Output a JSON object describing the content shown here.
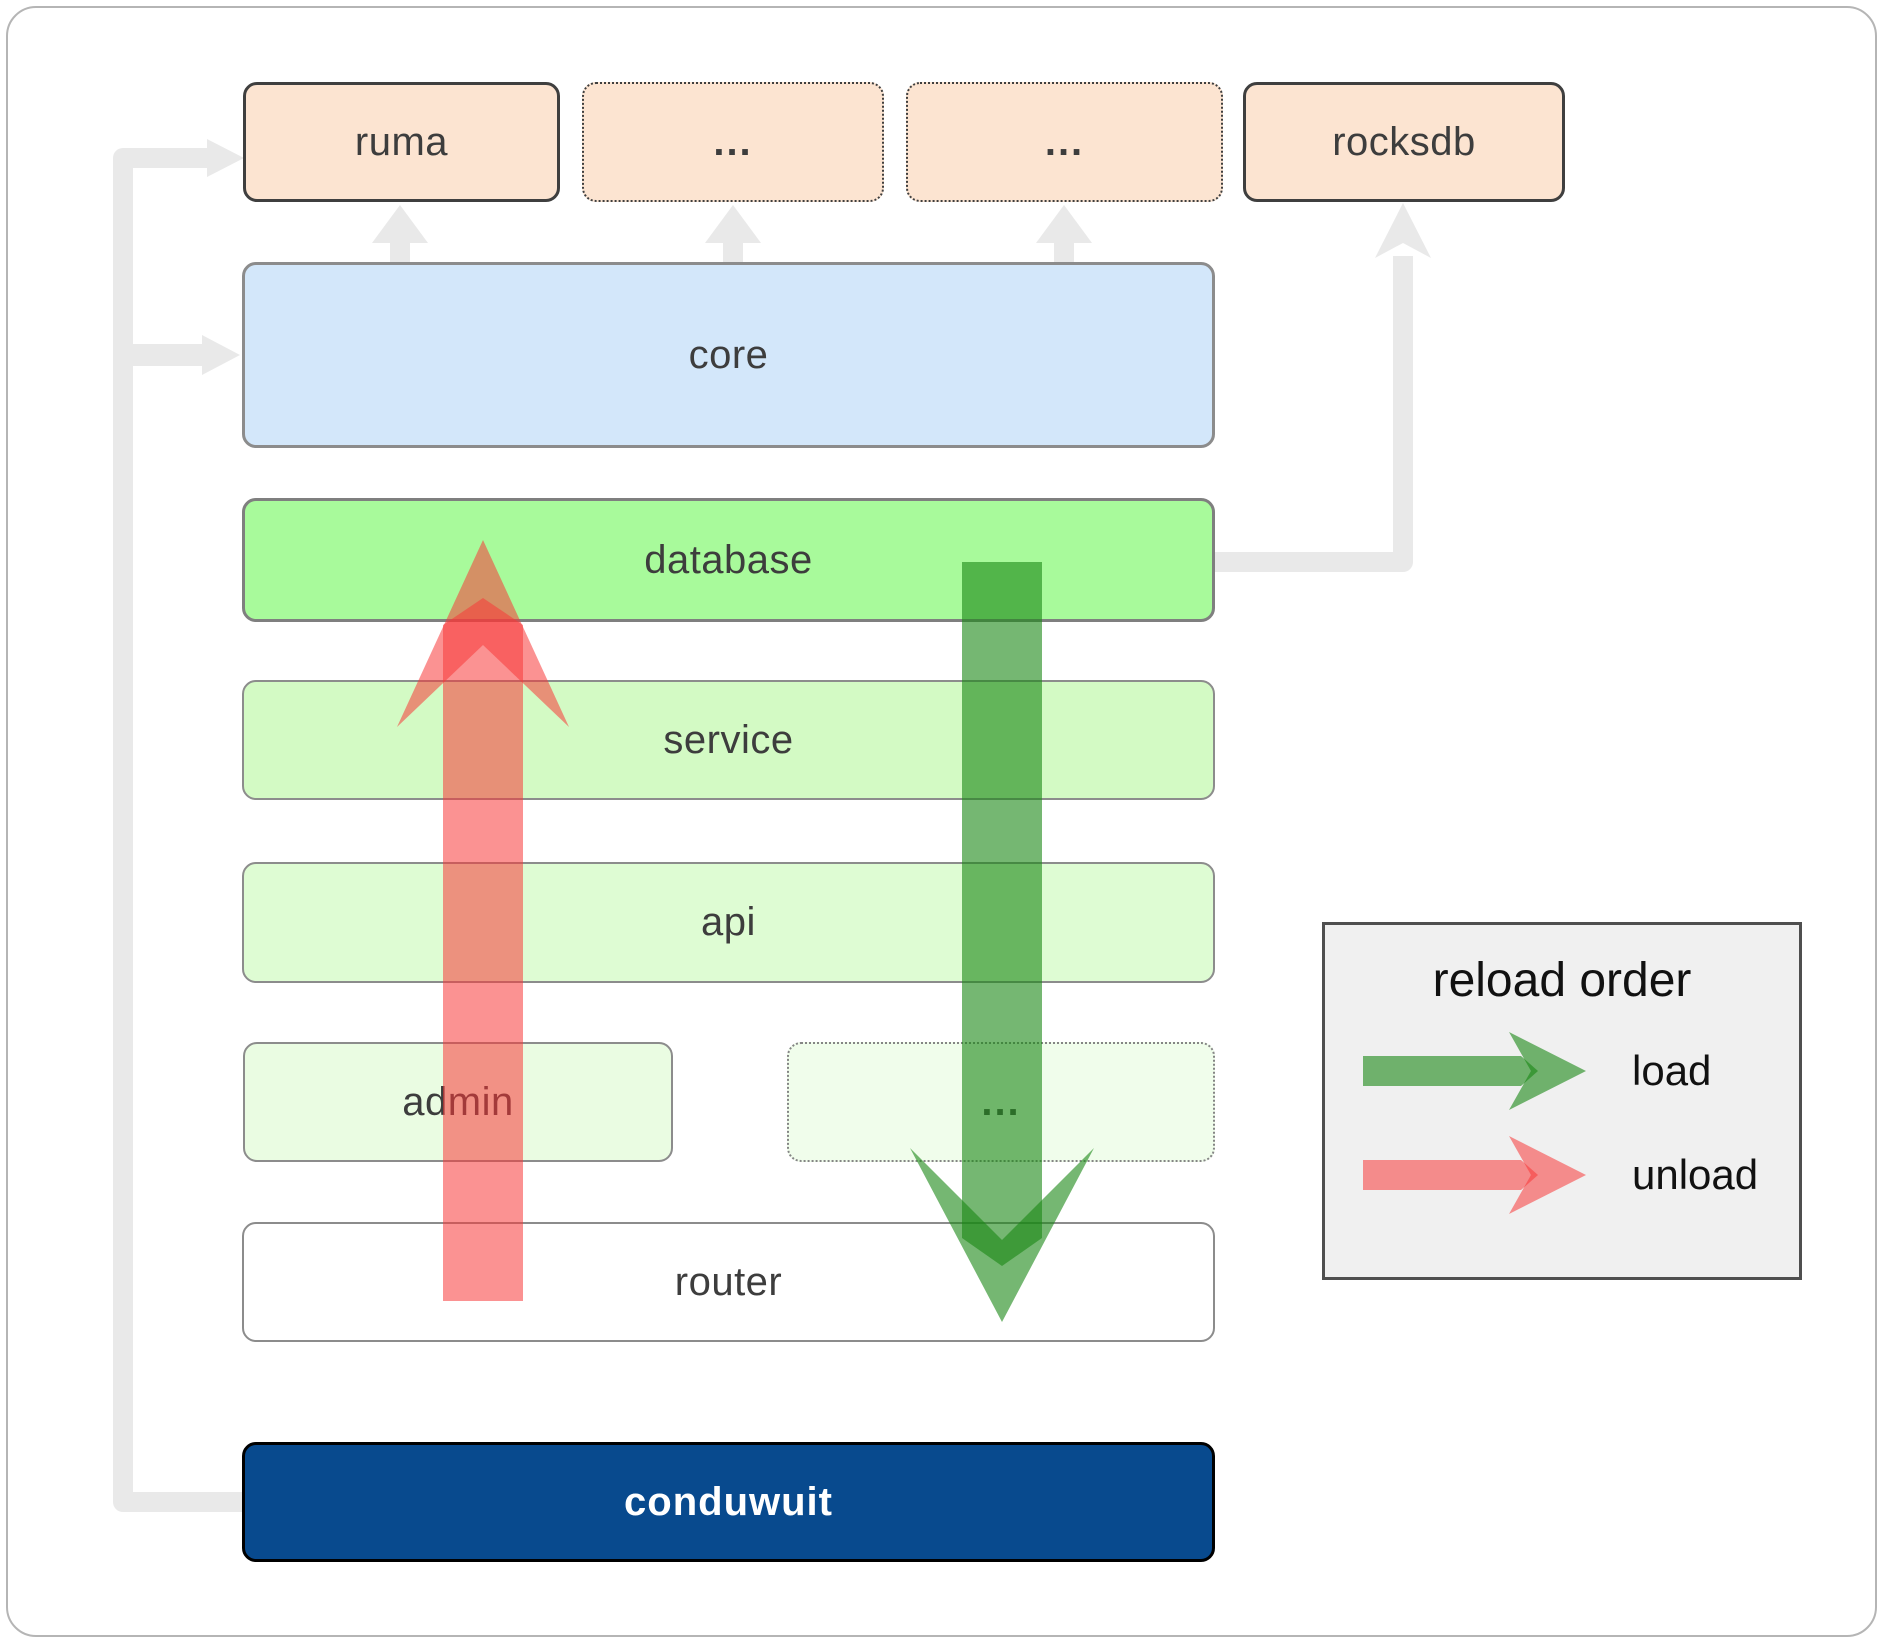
{
  "diagram": {
    "boxes": {
      "ruma": {
        "label": "ruma"
      },
      "ellipsis_top_1": {
        "label": "..."
      },
      "ellipsis_top_2": {
        "label": "..."
      },
      "rocksdb": {
        "label": "rocksdb"
      },
      "core": {
        "label": "core"
      },
      "database": {
        "label": "database"
      },
      "service": {
        "label": "service"
      },
      "api": {
        "label": "api"
      },
      "admin": {
        "label": "admin"
      },
      "ellipsis_admin": {
        "label": "..."
      },
      "router": {
        "label": "router"
      },
      "conduwuit": {
        "label": "conduwuit"
      }
    },
    "colors": {
      "crate_fill": "#fce4d1",
      "core_fill": "#d3e7fa",
      "database_fill": "#a8fa9b",
      "service_fill": "#d3fac4",
      "api_fill": "#defcd3",
      "admin_fill": "#eafce2",
      "conduwuit_fill": "#084a8e",
      "load_arrow_green": "#1f8714",
      "unload_arrow_red": "#f83939",
      "connector_gray": "#e9e9e9"
    }
  },
  "legend": {
    "title": "reload order",
    "entries": [
      {
        "label": "load",
        "icon": "green-right-arrow"
      },
      {
        "label": "unload",
        "icon": "red-right-arrow"
      }
    ]
  }
}
